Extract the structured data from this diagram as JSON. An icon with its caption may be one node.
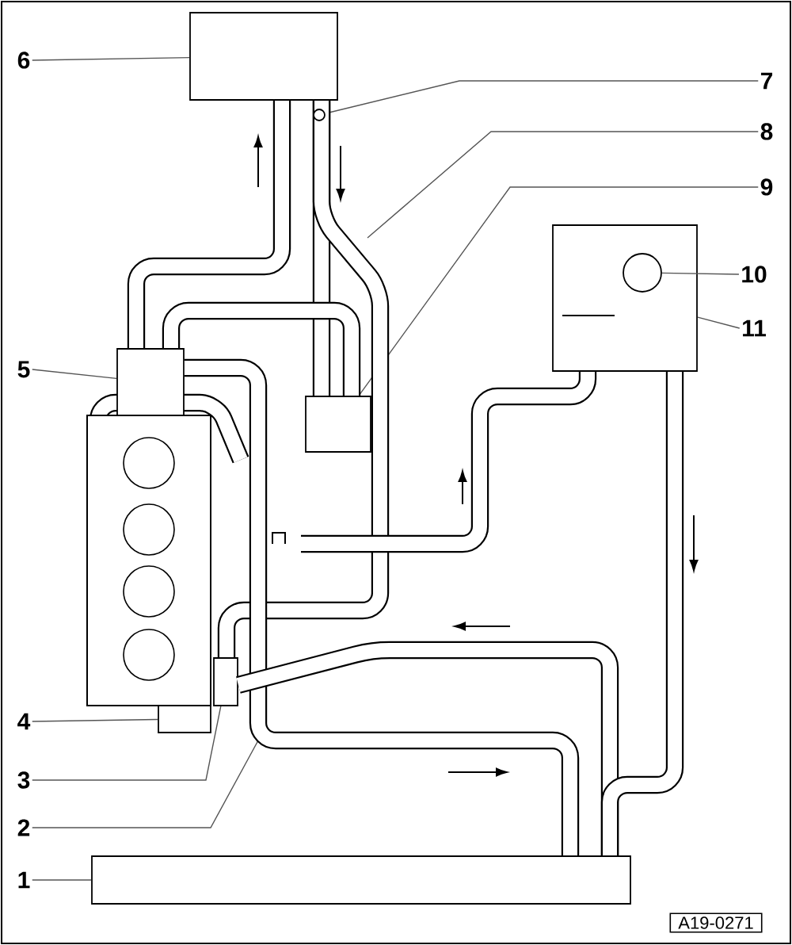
{
  "diagram": {
    "nodes": [
      {
        "text": [
          "1"
        ]
      },
      {
        "text": [
          "2"
        ]
      },
      {
        "text": [
          "3"
        ]
      },
      {
        "text": [
          "4"
        ]
      },
      {
        "text": [
          "5"
        ]
      },
      {
        "text": [
          "6"
        ]
      },
      {
        "text": [
          "7"
        ]
      },
      {
        "text": [
          "8"
        ]
      },
      {
        "text": [
          "9"
        ]
      },
      {
        "text": [
          "10"
        ]
      },
      {
        "text": [
          "11"
        ]
      },
      {
        "text": [],
        "shape": "box"
      },
      {
        "text": [],
        "shape": "box"
      },
      {
        "text": [],
        "shape": "box"
      },
      {
        "text": [],
        "shape": "box"
      },
      {
        "text": [],
        "shape": "box"
      },
      {
        "text": [],
        "shape": "circle"
      },
      {
        "text": [],
        "shape": "box"
      },
      {
        "text": [],
        "shape": "box"
      },
      {
        "text": [],
        "shape": "circle",
        "in": 18
      }
    ],
    "edges": [
      {
        "from": 0,
        "to": 11,
        "arrow": "none"
      },
      {
        "from": 1,
        "to": null,
        "arrow": "none"
      },
      {
        "from": 2,
        "to": 12,
        "arrow": "none"
      },
      {
        "from": 3,
        "to": 13,
        "arrow": "none"
      },
      {
        "from": 4,
        "to": 14,
        "arrow": "none"
      },
      {
        "from": 5,
        "to": 15,
        "arrow": "none"
      },
      {
        "from": 6,
        "to": 16,
        "arrow": "none"
      },
      {
        "from": 7,
        "to": null,
        "arrow": "none"
      },
      {
        "from": 8,
        "to": 17,
        "arrow": "none"
      },
      {
        "from": 9,
        "to": 19,
        "arrow": "none"
      },
      {
        "from": 10,
        "to": 18,
        "arrow": "none"
      },
      {
        "from": 15,
        "to": 14,
        "arrow": "none",
        "style": "thick"
      },
      {
        "from": 15,
        "to": 17,
        "arrow": "none",
        "style": "thick"
      },
      {
        "from": 14,
        "to": 17,
        "arrow": "none",
        "style": "thick"
      },
      {
        "from": 15,
        "to": 12,
        "arrow": "none",
        "style": "thick"
      },
      {
        "from": 14,
        "to": 11,
        "arrow": "none",
        "style": "thick"
      },
      {
        "from": 12,
        "to": 11,
        "arrow": "none",
        "style": "thick"
      },
      {
        "from": 18,
        "to": 11,
        "arrow": "none",
        "style": "thick"
      },
      {
        "from": 18,
        "to": null,
        "arrow": "none",
        "style": "thick"
      }
    ],
    "labels": [
      "A19-0271"
    ]
  }
}
